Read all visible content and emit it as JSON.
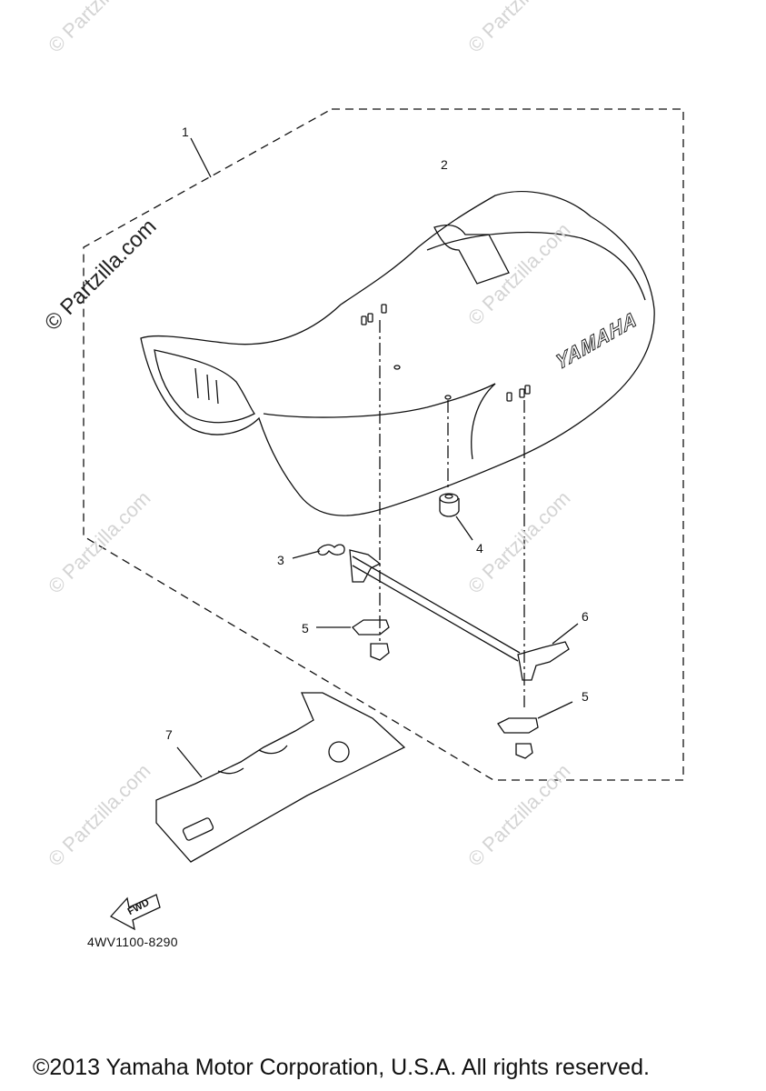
{
  "watermarks": {
    "main": "© Partzilla.com",
    "faded": "© Partzilla.com"
  },
  "callouts": [
    "1",
    "2",
    "3",
    "4",
    "5",
    "5",
    "6",
    "7"
  ],
  "seat_brand": "YAMAHA",
  "fwd_label": "FWD",
  "part_code": "4WV1100-8290",
  "copyright": "©2013 Yamaha Motor Corporation, U.S.A. All rights reserved."
}
